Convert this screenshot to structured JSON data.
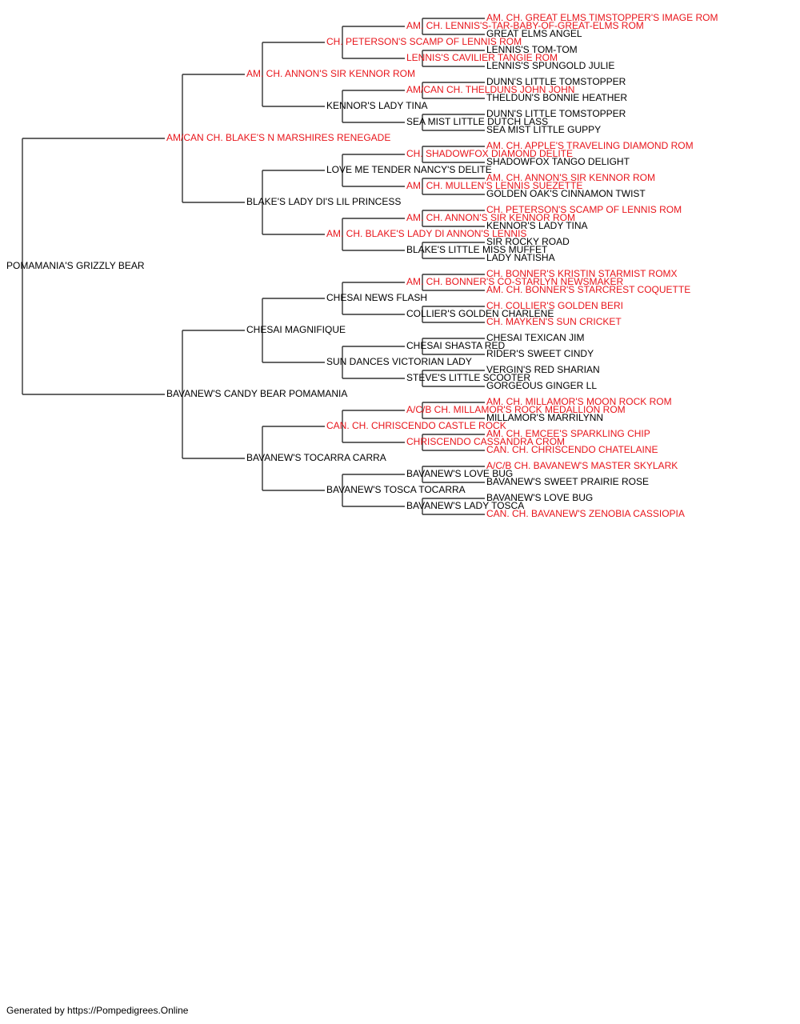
{
  "colors": {
    "champion": "#e8151b",
    "regular": "#000000",
    "line": "#333333"
  },
  "pedigree": {
    "subject": {
      "name": "POMAMANIA'S GRIZZLY BEAR",
      "titled": false
    },
    "ancestors": [
      {
        "name": "AM/CAN CH. BLAKE'S N MARSHIRES RENEGADE",
        "titled": true
      },
      {
        "name": "BAVANEW'S CANDY BEAR POMAMANIA",
        "titled": false
      },
      {
        "name": "AM. CH. ANNON'S SIR KENNOR ROM",
        "titled": true
      },
      {
        "name": "BLAKE'S LADY DI'S LIL PRINCESS",
        "titled": false
      },
      {
        "name": "CHESAI MAGNIFIQUE",
        "titled": false
      },
      {
        "name": "BAVANEW'S TOCARRA CARRA",
        "titled": false
      },
      {
        "name": "CH. PETERSON'S SCAMP OF LENNIS ROM",
        "titled": true
      },
      {
        "name": "KENNOR'S LADY TINA",
        "titled": false
      },
      {
        "name": "LOVE ME TENDER NANCY'S DELITE",
        "titled": false
      },
      {
        "name": "AM. CH. BLAKE'S LADY DI ANNON'S LENNIS",
        "titled": true
      },
      {
        "name": "CHESAI NEWS FLASH",
        "titled": false
      },
      {
        "name": "SUN DANCES VICTORIAN LADY",
        "titled": false
      },
      {
        "name": "CAN. CH. CHRISCENDO CASTLE ROCK",
        "titled": true
      },
      {
        "name": "BAVANEW'S TOSCA TOCARRA",
        "titled": false
      },
      {
        "name": "AM. CH. LENNIS'S-TAR-BABY-OF-GREAT-ELMS ROM",
        "titled": true
      },
      {
        "name": "LENNIS'S CAVILIER TANGIE ROM",
        "titled": true
      },
      {
        "name": "AM/CAN CH. THELDUNS JOHN JOHN",
        "titled": true
      },
      {
        "name": "SEA MIST LITTLE DUTCH LASS",
        "titled": false
      },
      {
        "name": "CH. SHADOWFOX DIAMOND DELITE",
        "titled": true
      },
      {
        "name": "AM. CH. MULLEN'S LENNIS SUEZETTE",
        "titled": true
      },
      {
        "name": "AM. CH. ANNON'S SIR KENNOR ROM",
        "titled": true
      },
      {
        "name": "BLAKE'S LITTLE MISS MUFFET",
        "titled": false
      },
      {
        "name": "AM. CH. BONNER'S CO-STARLYN NEWSMAKER",
        "titled": true
      },
      {
        "name": "COLLIER'S GOLDEN CHARLENE",
        "titled": false
      },
      {
        "name": "CHESAI SHASTA RED",
        "titled": false
      },
      {
        "name": "STEVE'S LITTLE SCOOTER",
        "titled": false
      },
      {
        "name": "A/C/B CH. MILLAMOR'S ROCK MEDALLION ROM",
        "titled": true
      },
      {
        "name": "CHRISCENDO CASSANDRA CROM",
        "titled": true
      },
      {
        "name": "BAVANEW'S LOVE BUG",
        "titled": false
      },
      {
        "name": "BAVANEW'S LADY TOSCA",
        "titled": false
      },
      {
        "name": "AM. CH. GREAT ELMS TIMSTOPPER'S IMAGE ROM",
        "titled": true
      },
      {
        "name": "GREAT ELMS ANGEL",
        "titled": false
      },
      {
        "name": "LENNIS'S TOM-TOM",
        "titled": false
      },
      {
        "name": "LENNIS'S SPUNGOLD JULIE",
        "titled": false
      },
      {
        "name": "DUNN'S LITTLE TOMSTOPPER",
        "titled": false
      },
      {
        "name": "THELDUN'S BONNIE HEATHER",
        "titled": false
      },
      {
        "name": "DUNN'S LITTLE TOMSTOPPER",
        "titled": false
      },
      {
        "name": "SEA MIST LITTLE GUPPY",
        "titled": false
      },
      {
        "name": "AM. CH. APPLE'S TRAVELING DIAMOND ROM",
        "titled": true
      },
      {
        "name": "SHADOWFOX TANGO DELIGHT",
        "titled": false
      },
      {
        "name": "AM. CH. ANNON'S SIR KENNOR ROM",
        "titled": true
      },
      {
        "name": "GOLDEN OAK'S CINNAMON TWIST",
        "titled": false
      },
      {
        "name": "CH. PETERSON'S SCAMP OF LENNIS ROM",
        "titled": true
      },
      {
        "name": "KENNOR'S LADY TINA",
        "titled": false
      },
      {
        "name": "SIR ROCKY ROAD",
        "titled": false
      },
      {
        "name": "LADY NATISHA",
        "titled": false
      },
      {
        "name": "CH. BONNER'S KRISTIN STARMIST ROMX",
        "titled": true
      },
      {
        "name": "AM. CH. BONNER'S STARCREST COQUETTE",
        "titled": true
      },
      {
        "name": "CH. COLLIER'S GOLDEN BERI",
        "titled": true
      },
      {
        "name": "CH. MAYKEN'S SUN CRICKET",
        "titled": true
      },
      {
        "name": "CHESAI TEXICAN JIM",
        "titled": false
      },
      {
        "name": "RIDER'S SWEET CINDY",
        "titled": false
      },
      {
        "name": "VERGIN'S RED SHARIAN",
        "titled": false
      },
      {
        "name": "GORGEOUS GINGER LL",
        "titled": false
      },
      {
        "name": "AM. CH. MILLAMOR'S MOON ROCK ROM",
        "titled": true
      },
      {
        "name": "MILLAMOR'S MARRILYNN",
        "titled": false
      },
      {
        "name": "AM. CH. EMCEE'S SPARKLING CHIP",
        "titled": true
      },
      {
        "name": "CAN. CH. CHRISCENDO CHATELAINE",
        "titled": true
      },
      {
        "name": "A/C/B CH. BAVANEW'S MASTER SKYLARK",
        "titled": true
      },
      {
        "name": "BAVANEW'S SWEET PRAIRIE ROSE",
        "titled": false
      },
      {
        "name": "BAVANEW'S LOVE BUG",
        "titled": false
      },
      {
        "name": "CAN. CH. BAVANEW'S ZENOBIA CASSIOPIA",
        "titled": true
      }
    ]
  },
  "footer": {
    "text": "Generated by https://Pompedigrees.Online"
  }
}
